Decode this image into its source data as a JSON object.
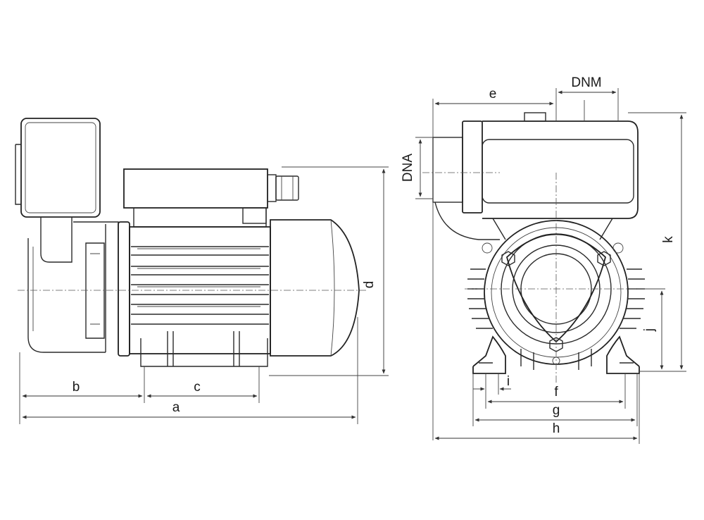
{
  "labels": {
    "a": "a",
    "b": "b",
    "c": "c",
    "d": "d",
    "e": "e",
    "f": "f",
    "g": "g",
    "h": "h",
    "i": "i",
    "j": "j",
    "k": "k",
    "dnm": "DNM",
    "dna": "DNA"
  }
}
